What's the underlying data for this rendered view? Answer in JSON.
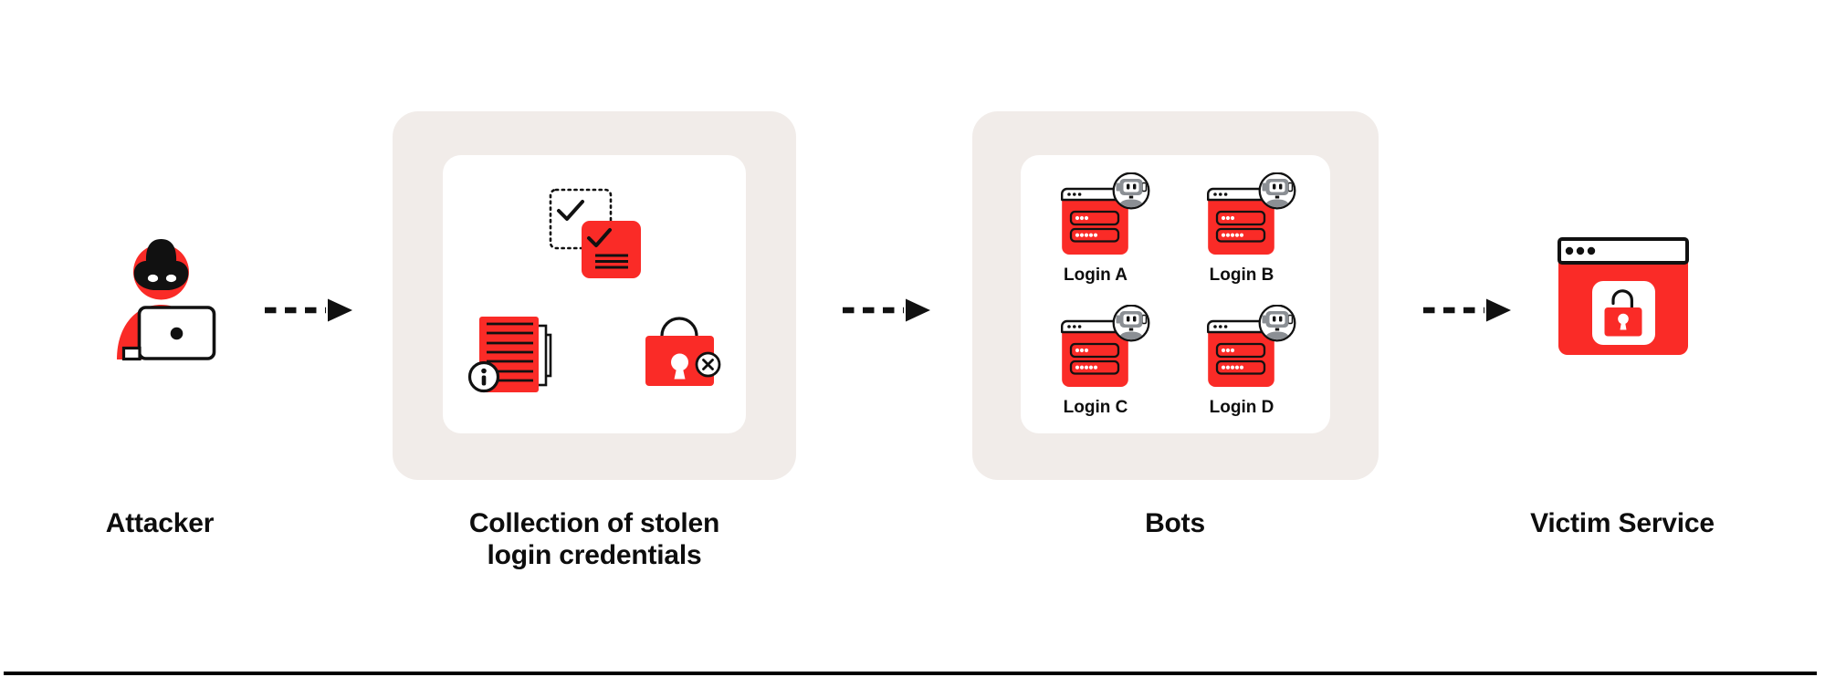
{
  "colors": {
    "accent_red": "#fa2b27",
    "panel_beige": "#f1ece9",
    "ink": "#0d0d0d"
  },
  "nodes": {
    "attacker": {
      "label": "Attacker",
      "icon": "hacker-at-laptop-icon"
    },
    "collection": {
      "lines": [
        "Collection of stolen",
        "login credentials"
      ],
      "icons": [
        "checkbox-checked-icon",
        "sticky-note-check-icon",
        "document-info-icon",
        "padlock-x-icon"
      ]
    },
    "bots": {
      "label": "Bots",
      "items": [
        {
          "label": "Login A",
          "icon": "bot-login-window-icon"
        },
        {
          "label": "Login B",
          "icon": "bot-login-window-icon"
        },
        {
          "label": "Login C",
          "icon": "bot-login-window-icon"
        },
        {
          "label": "Login D",
          "icon": "bot-login-window-icon"
        }
      ]
    },
    "victim": {
      "label": "Victim Service",
      "icon": "browser-unlocked-padlock-icon"
    }
  },
  "connectors": {
    "style": "dashed-arrow-right",
    "count": 3
  }
}
